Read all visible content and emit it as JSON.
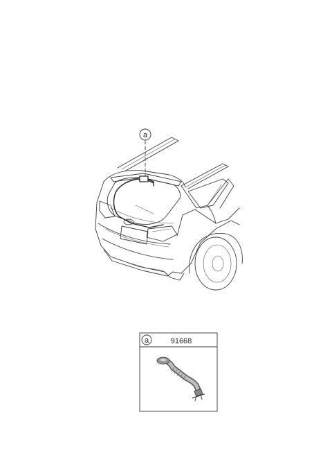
{
  "callout": {
    "letter": "a"
  },
  "parts_box": {
    "letter": "a",
    "part_number": "91668"
  }
}
